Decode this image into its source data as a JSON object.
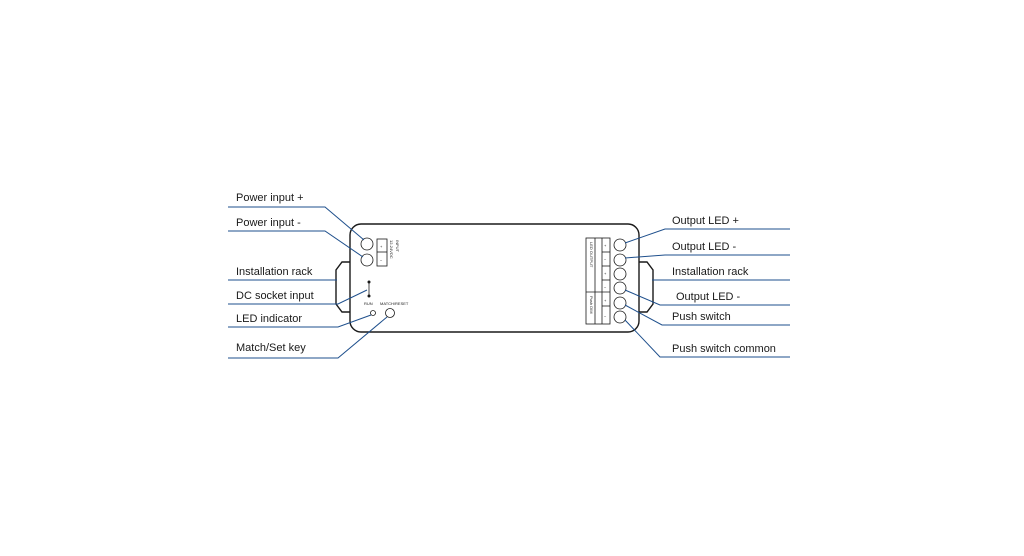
{
  "labels": {
    "left": {
      "power_input_plus": "Power input +",
      "power_input_minus": "Power input -",
      "installation_rack": "Installation rack",
      "dc_socket_input": "DC socket input",
      "led_indicator": "LED indicator",
      "match_set_key": "Match/Set key"
    },
    "right": {
      "output_led_plus": "Output LED +",
      "output_led_minus_1": "Output LED -",
      "installation_rack": "Installation rack",
      "output_led_minus_2": "Output LED -",
      "push_switch": "Push switch",
      "push_switch_common": "Push switch common"
    }
  },
  "device": {
    "input_block": {
      "plus": "+",
      "minus": "−",
      "voltage": "12-24VDC",
      "title": "INPUT"
    },
    "button_labels": {
      "run": "RUN",
      "match": "MATCH/RESET"
    },
    "output_block": {
      "title": "LED OUTPUT",
      "symbols": [
        "+",
        "−",
        "+",
        "−"
      ]
    },
    "push_block": {
      "title": "Push DIM",
      "symbols": [
        "+",
        "−"
      ]
    }
  },
  "colors": {
    "leader_line": "#1e4f8c",
    "outline": "#1a1a1a"
  }
}
